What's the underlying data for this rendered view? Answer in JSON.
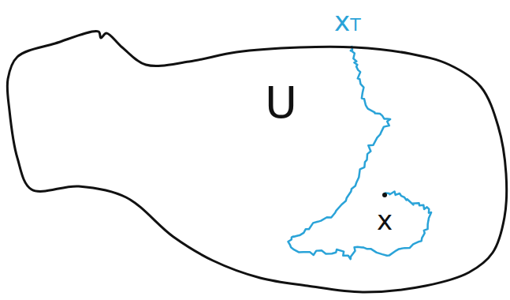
{
  "diagram": {
    "nodes": [
      {
        "text": [
          "U"
        ]
      }
    ],
    "labels": [
      "x",
      "xT"
    ]
  }
}
